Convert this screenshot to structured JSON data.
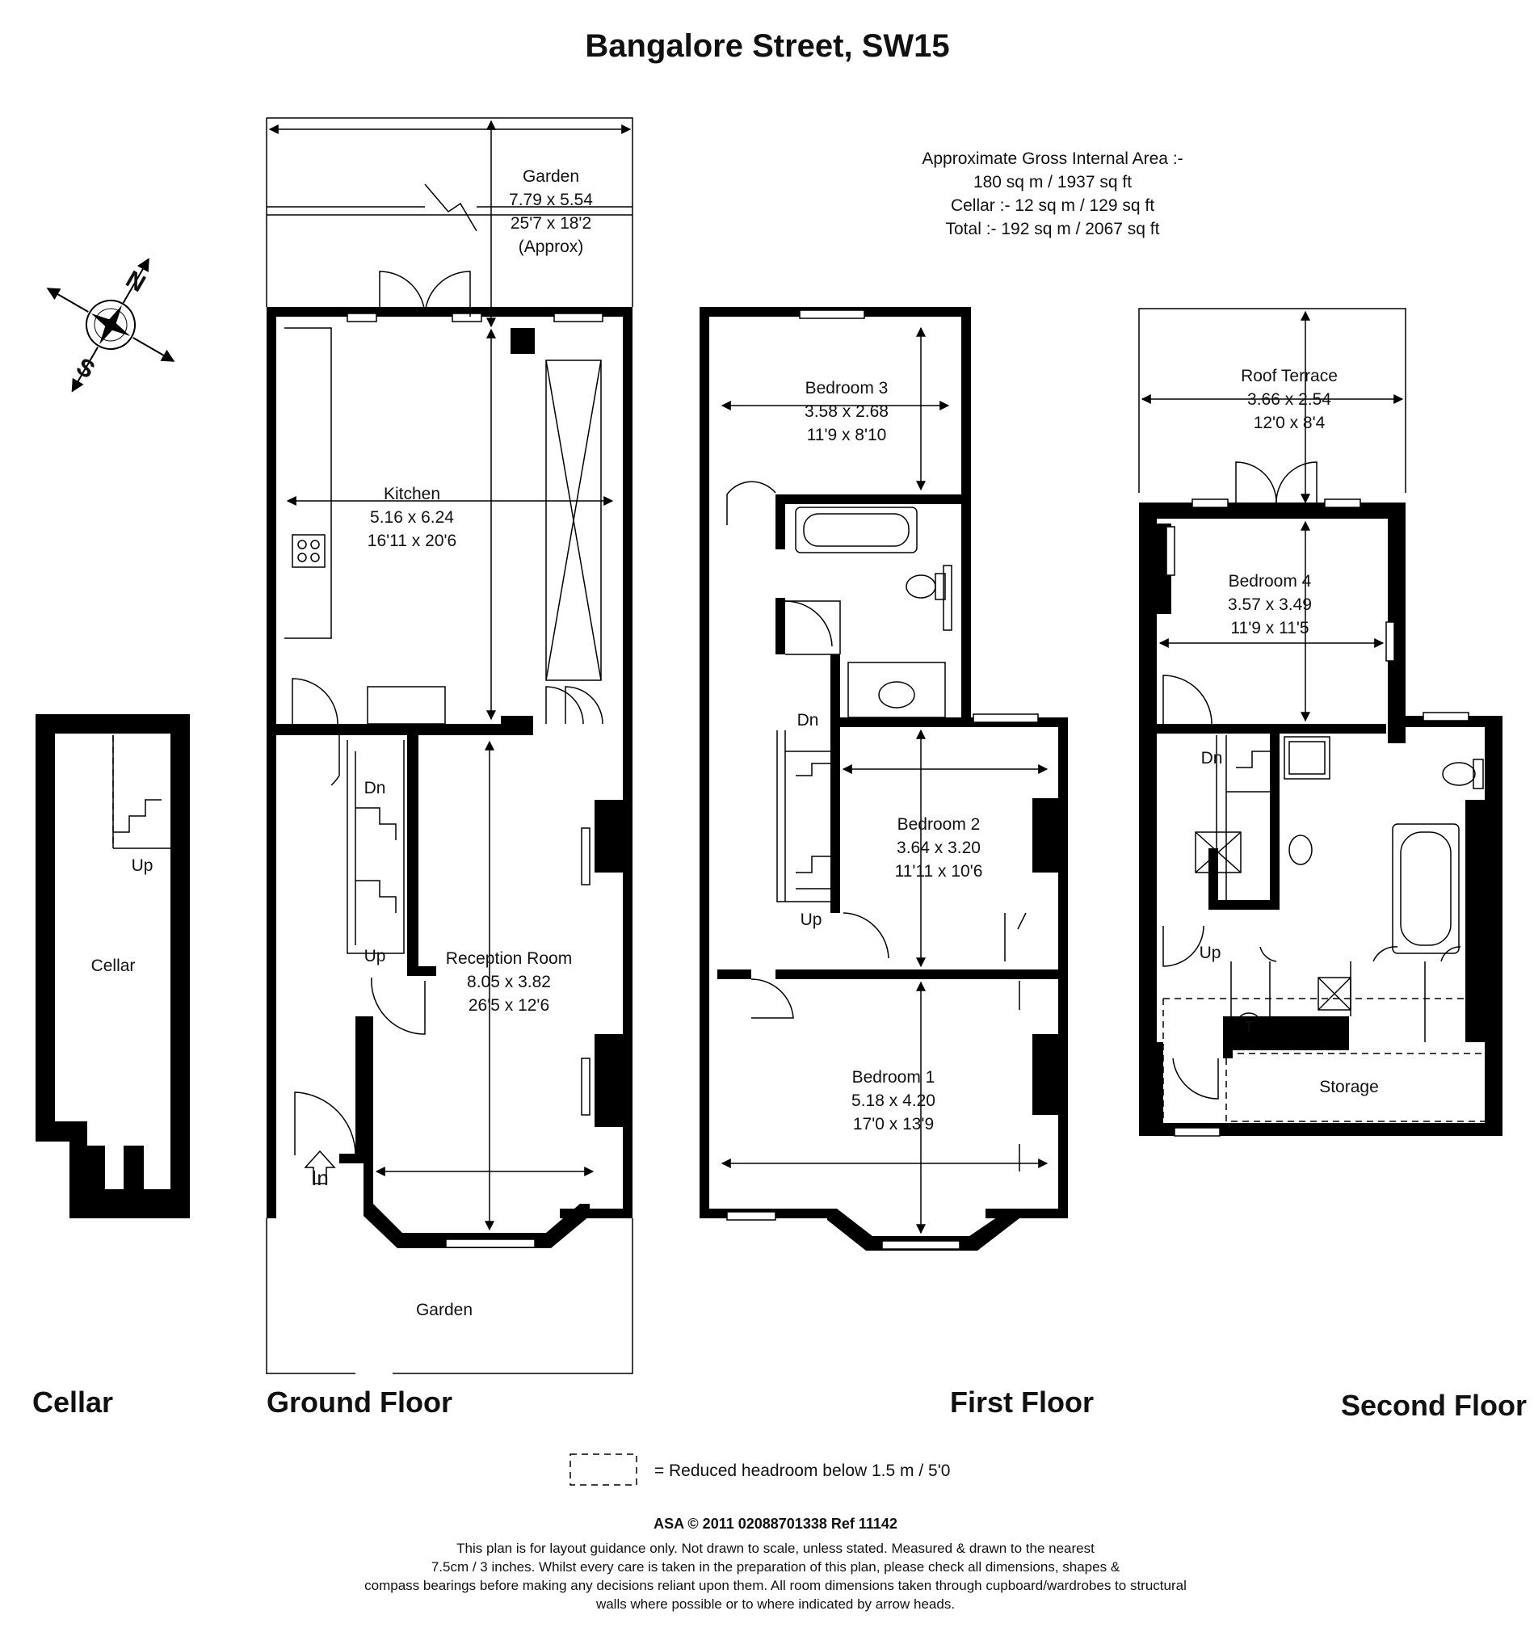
{
  "title": "Bangalore Street, SW15",
  "area": {
    "line1": "Approximate Gross Internal Area :-",
    "line2": "180 sq m / 1937 sq ft",
    "line3": "Cellar :- 12 sq m / 129 sq ft",
    "line4": "Total :- 192 sq m / 2067 sq ft"
  },
  "compass": {
    "north": "N",
    "south": "S"
  },
  "floors": {
    "cellar": "Cellar",
    "ground": "Ground Floor",
    "first": "First Floor",
    "second": "Second Floor"
  },
  "rooms": {
    "garden_rear": {
      "name": "Garden",
      "metric": "7.79 x 5.54",
      "imperial": "25'7 x 18'2",
      "note": "(Approx)"
    },
    "kitchen": {
      "name": "Kitchen",
      "metric": "5.16 x 6.24",
      "imperial": "16'11 x 20'6"
    },
    "reception": {
      "name": "Reception Room",
      "metric": "8.05 x 3.82",
      "imperial": "26'5 x 12'6"
    },
    "garden_front": {
      "name": "Garden"
    },
    "cellar_room": {
      "name": "Cellar"
    },
    "bedroom3": {
      "name": "Bedroom 3",
      "metric": "3.58 x 2.68",
      "imperial": "11'9 x 8'10"
    },
    "bedroom2": {
      "name": "Bedroom 2",
      "metric": "3.64 x 3.20",
      "imperial": "11'11 x 10'6"
    },
    "bedroom1": {
      "name": "Bedroom 1",
      "metric": "5.18 x 4.20",
      "imperial": "17'0 x 13'9"
    },
    "roof_terrace": {
      "name": "Roof Terrace",
      "metric": "3.66 x 2.54",
      "imperial": "12'0 x 8'4"
    },
    "bedroom4": {
      "name": "Bedroom 4",
      "metric": "3.57 x 3.49",
      "imperial": "11'9 x 11'5"
    },
    "storage": {
      "name": "Storage"
    }
  },
  "stairs": {
    "up": "Up",
    "down": "Dn",
    "entrance": "In",
    "tank": "T"
  },
  "legend": {
    "equals": "=",
    "text": "Reduced headroom below 1.5 m / 5'0"
  },
  "footer": {
    "ref": "ASA © 2011     02088701338    Ref    11142",
    "line1": "This plan is for layout guidance only. Not drawn to scale, unless stated. Measured & drawn to the nearest",
    "line2": "7.5cm / 3 inches. Whilst every care is taken in the preparation of this plan, please check all dimensions, shapes &",
    "line3": "compass bearings before making any decisions reliant upon them. All room dimensions taken through cupboard/wardrobes to structural",
    "line4": "walls where possible or to where indicated by arrow heads."
  }
}
